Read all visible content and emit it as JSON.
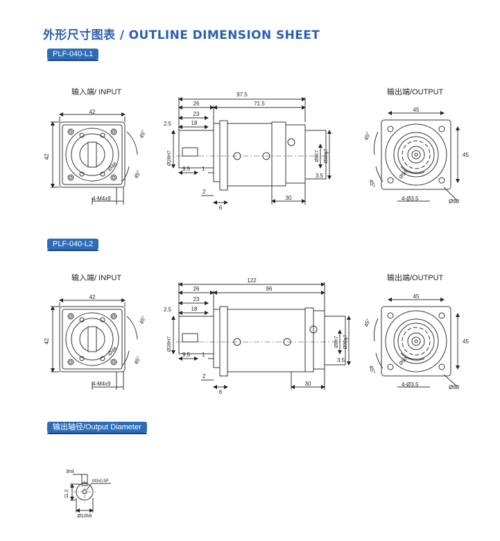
{
  "title": "外形尺寸图表 / OUTLINE DIMENSION SHEET",
  "tags": {
    "l1": "PLF-040-L1",
    "l2": "PLF-040-L2",
    "output_diameter": "输出轴径/Output Diameter"
  },
  "views": {
    "input_label": "输入端/ INPUT",
    "output_label": "输出端/OUTPUT"
  },
  "l1": {
    "input": {
      "width": "42",
      "height": "42",
      "angle": "45°",
      "angle2": "45°",
      "bolt_circle": "Ø46",
      "holes": "4-M4x9"
    },
    "side": {
      "total": "97.5",
      "d26": "26",
      "d71": "71.5",
      "d23": "23",
      "d25": "2.5",
      "d18": "18",
      "d95": "9.5",
      "d1": "1",
      "d2": "2",
      "d6": "6",
      "d30": "30",
      "d35": "3.5",
      "bore": "Ø28H7",
      "shaft": "Ø8h7",
      "pilot": "Ø30g7"
    },
    "output": {
      "width": "45",
      "height": "45",
      "angle": "45°",
      "angle2": "45°",
      "bolt_circle": "Ø50",
      "holes": "4-Ø3.5",
      "flange": "Ø60"
    }
  },
  "l2": {
    "input": {
      "width": "42",
      "height": "42",
      "angle": "45°",
      "angle2": "45°",
      "bolt_circle": "Ø46",
      "holes": "4-M4x9"
    },
    "side": {
      "total": "122",
      "d26": "26",
      "d96": "96",
      "d23": "23",
      "d25": "2.5",
      "d18": "18",
      "d95": "9.5",
      "d1": "1",
      "d2": "2",
      "d6": "6",
      "d30": "30",
      "d35": "3.5",
      "bore": "Ø28H7",
      "shaft": "Ø8h7",
      "pilot": "Ø30g7"
    },
    "output": {
      "width": "45",
      "height": "45",
      "angle": "45°",
      "angle2": "45°",
      "bolt_circle": "Ø50",
      "holes": "4-Ø3.5",
      "flange": "Ø60"
    }
  },
  "shaft_detail": {
    "key": "3h9",
    "height": "11.2",
    "thread": "M3x0.5P",
    "dia": "Ø10h6"
  }
}
